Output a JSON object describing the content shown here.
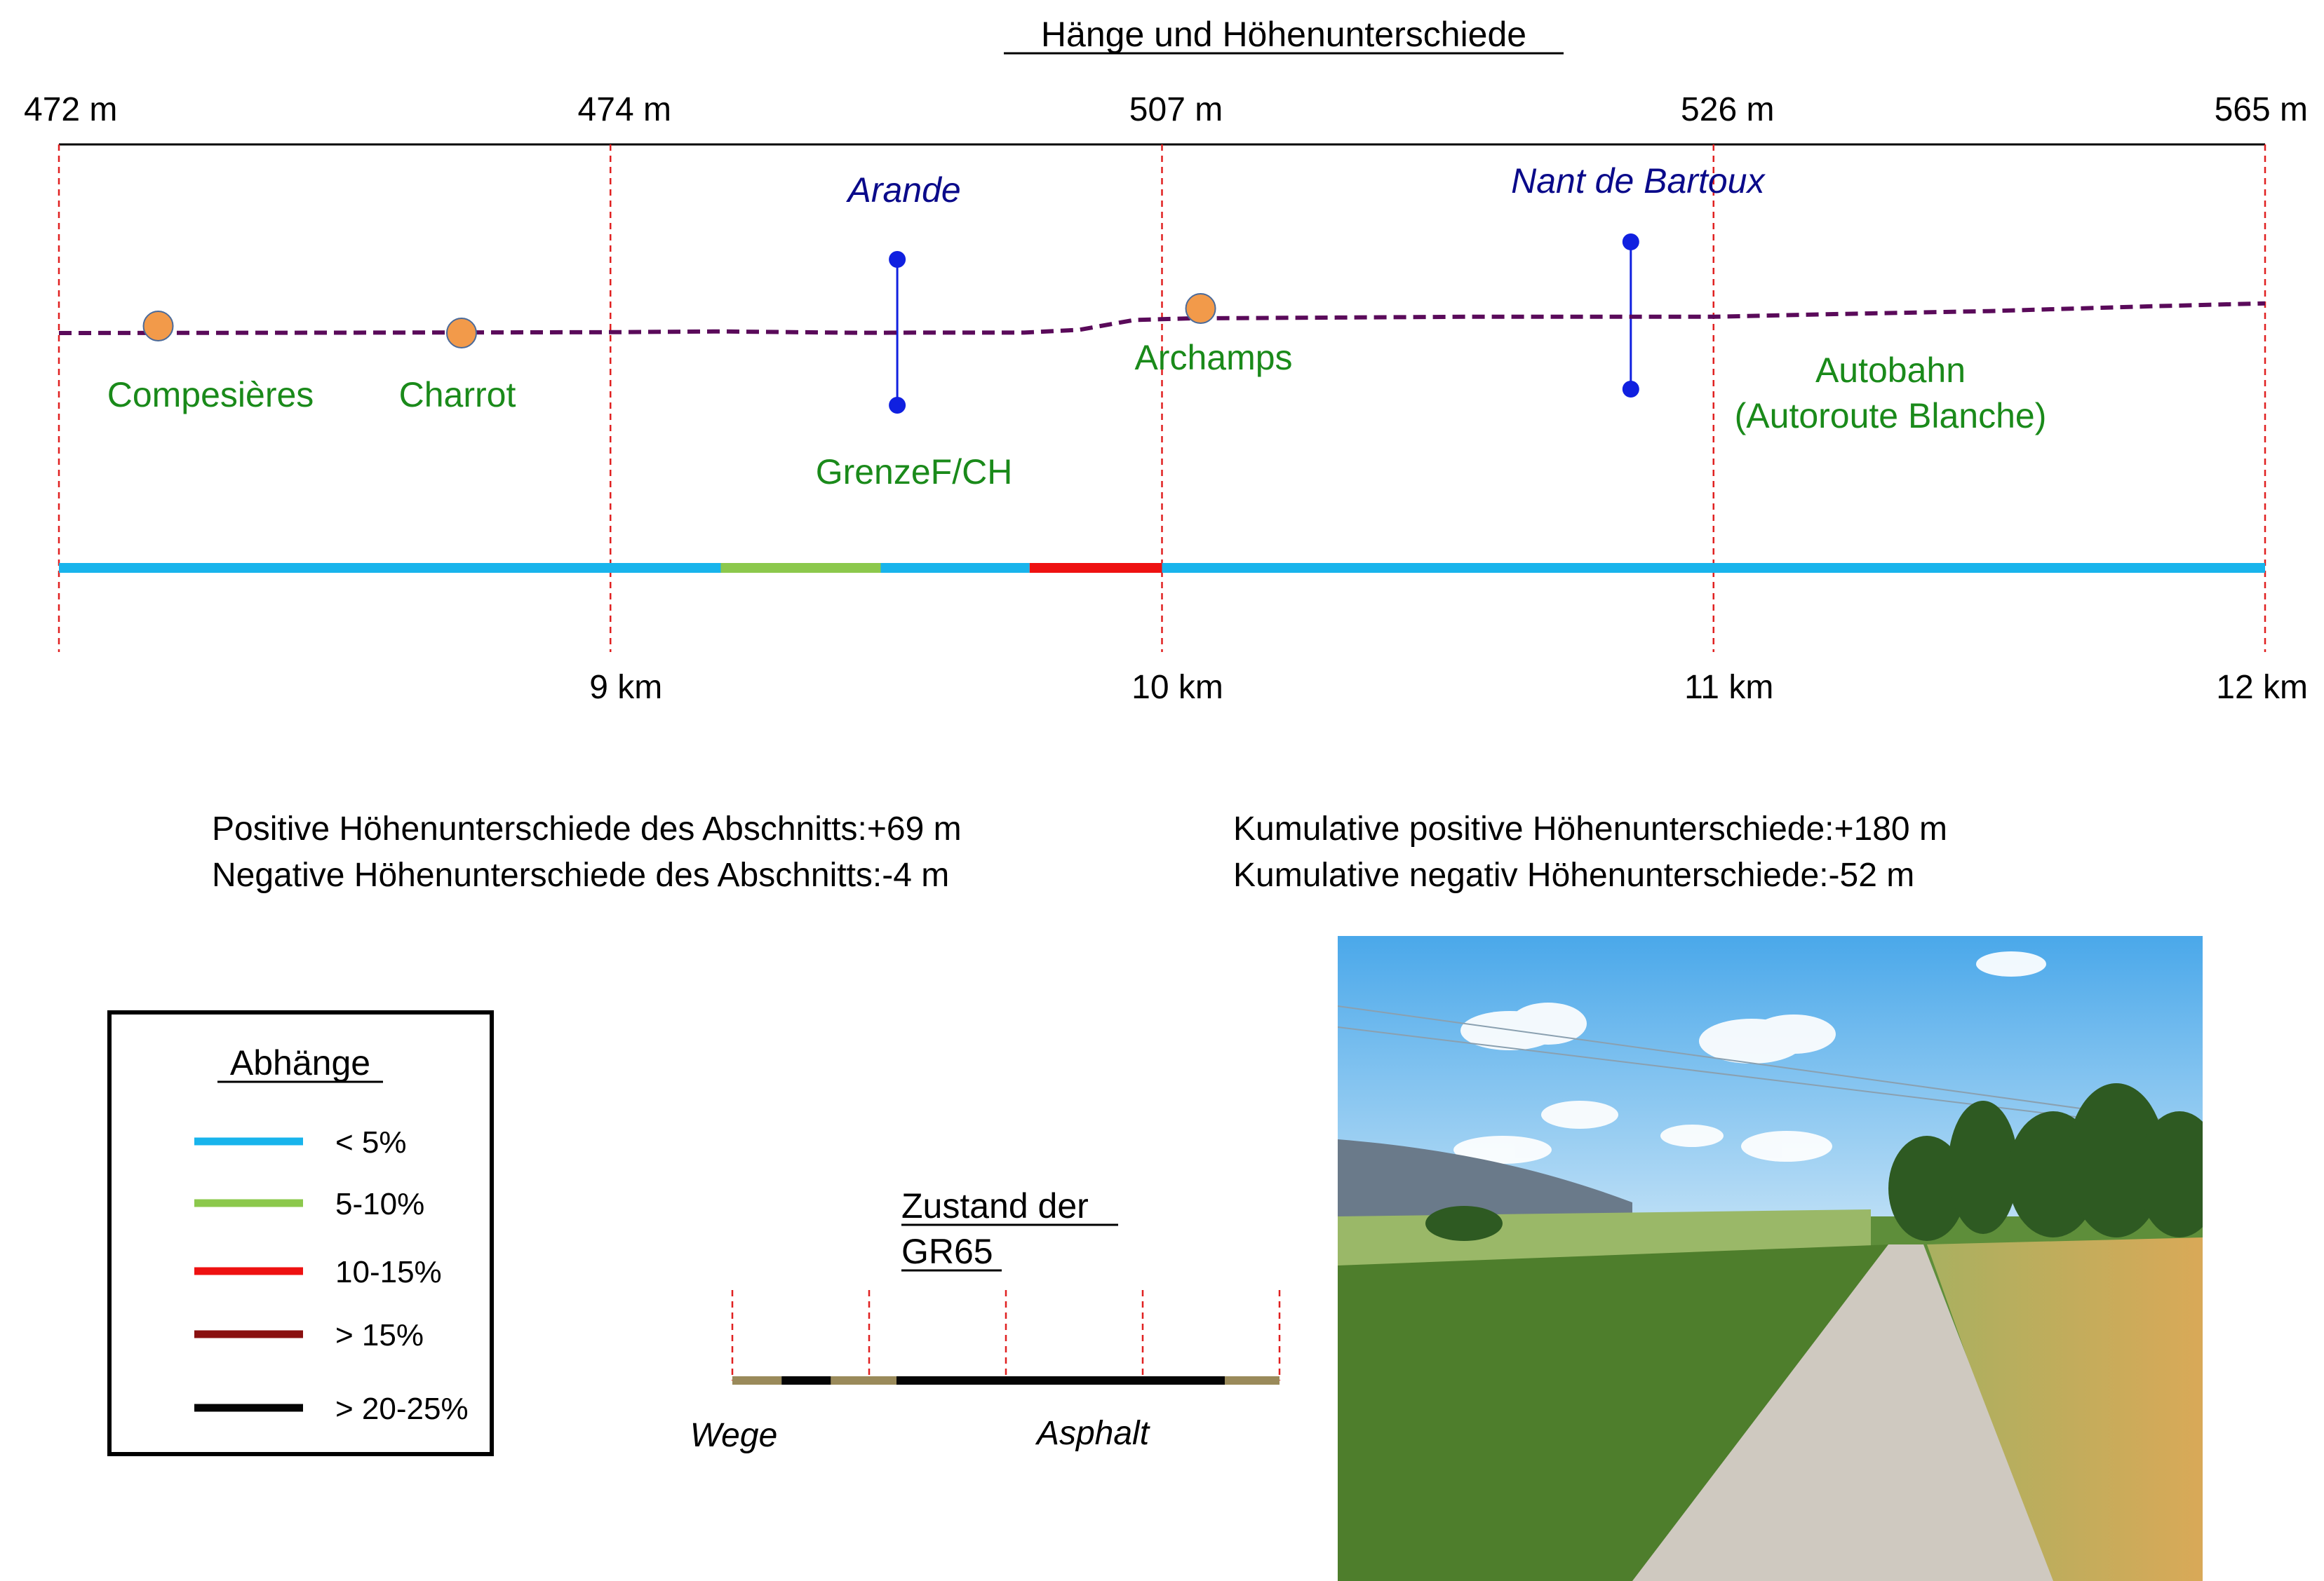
{
  "title": "Hänge und Höhenunterschiede",
  "colors": {
    "profile": "#5a0a5a",
    "guides": "#e02020",
    "place_label": "#1a8a1a",
    "water_label": "#0a0a8a",
    "water_marker": "#1020e0",
    "place_marker": "#f29a4a"
  },
  "elevations": [
    {
      "label": "472 m",
      "km": 8.0
    },
    {
      "label": "474 m",
      "km": 9.0
    },
    {
      "label": "507 m",
      "km": 10.0
    },
    {
      "label": "526 m",
      "km": 11.0
    },
    {
      "label": "565 m",
      "km": 12.0
    }
  ],
  "distances": [
    {
      "label": "9 km",
      "km": 9.0
    },
    {
      "label": "10 km",
      "km": 10.0
    },
    {
      "label": "11 km",
      "km": 11.0
    },
    {
      "label": "12 km",
      "km": 12.0
    }
  ],
  "profile": {
    "km": [
      8.0,
      8.2,
      8.5,
      8.8,
      9.0,
      9.2,
      9.45,
      9.55,
      9.75,
      9.85,
      9.95,
      10.05,
      10.3,
      10.55,
      10.8,
      11.0,
      11.2,
      11.5,
      11.8,
      12.0
    ],
    "elevation": [
      472,
      472.3,
      472.8,
      473.5,
      474,
      476,
      472.5,
      473,
      473,
      480,
      504,
      508,
      510,
      512,
      512,
      512,
      518,
      526,
      538,
      545
    ]
  },
  "places": [
    {
      "name": "Compesières",
      "km": 8.18,
      "marker": true
    },
    {
      "name": "Charrot",
      "km": 8.73,
      "marker": true
    },
    {
      "name": "Archamps",
      "km": 10.07,
      "marker": true
    },
    {
      "name": "GrenzeF/CH",
      "km": 9.52,
      "marker": false
    },
    {
      "name": "Autobahn",
      "km": 11.37,
      "marker": false
    },
    {
      "name": "(Autoroute Blanche)",
      "km": 11.37,
      "marker": false
    }
  ],
  "waters": [
    {
      "name": "Arande",
      "km": 9.52
    },
    {
      "name": "Nant de Bartoux",
      "km": 10.85
    }
  ],
  "slope_segments": [
    {
      "from": 8.0,
      "to": 9.2,
      "class": "< 5%"
    },
    {
      "from": 9.2,
      "to": 9.49,
      "class": "5-10%"
    },
    {
      "from": 9.49,
      "to": 9.76,
      "class": "< 5%"
    },
    {
      "from": 9.76,
      "to": 10.0,
      "class": "10-15%"
    },
    {
      "from": 10.0,
      "to": 12.0,
      "class": "< 5%"
    }
  ],
  "stats": {
    "section_positive": "Positive Höhenunterschiede des Abschnitts:+69 m",
    "section_negative": "Negative Höhenunterschiede des Abschnitts:-4 m",
    "cumulative_positive": "Kumulative positive Höhenunterschiede:+180 m",
    "cumulative_negative": "Kumulative negativ Höhenunterschiede:-52 m"
  },
  "legend": {
    "title": "Abhänge",
    "items": [
      {
        "label": "< 5%",
        "color": "#18b4ec"
      },
      {
        "label": "5-10%",
        "color": "#8cc84c"
      },
      {
        "label": "10-15%",
        "color": "#ee1111"
      },
      {
        "label": "> 15%",
        "color": "#8a1010"
      },
      {
        "label": "> 20-25%",
        "color": "#050505"
      }
    ]
  },
  "surface": {
    "title_line1": "Zustand der",
    "title_line2": "GR65",
    "path_label": "Wege",
    "asphalt_label": "Asphalt",
    "path_color": "#9a8a5a",
    "asphalt_color": "#050505",
    "segments": [
      {
        "from": 0.0,
        "to": 0.09,
        "type": "path"
      },
      {
        "from": 0.09,
        "to": 0.18,
        "type": "asphalt"
      },
      {
        "from": 0.18,
        "to": 0.3,
        "type": "path"
      },
      {
        "from": 0.3,
        "to": 0.9,
        "type": "asphalt"
      },
      {
        "from": 0.9,
        "to": 1.0,
        "type": "path"
      }
    ]
  }
}
